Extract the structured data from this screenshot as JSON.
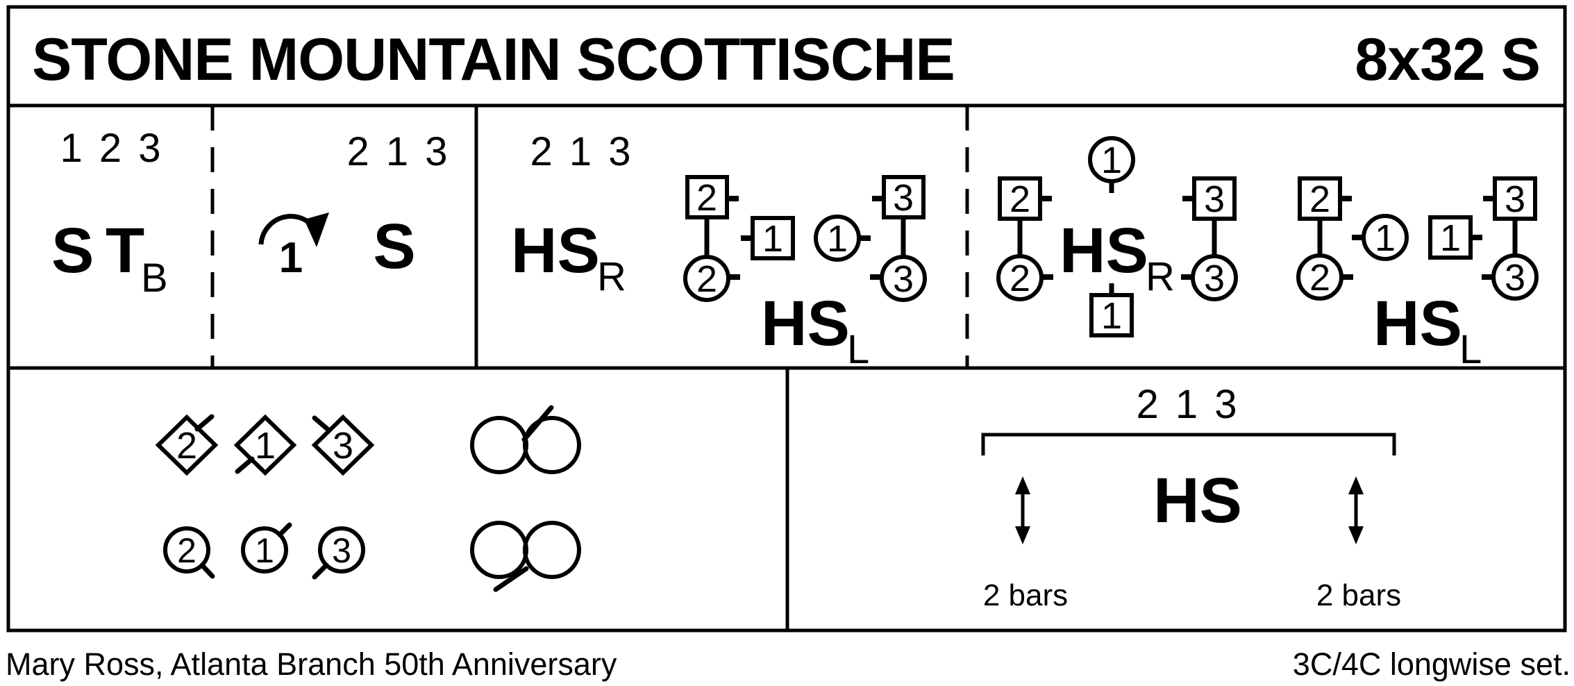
{
  "header": {
    "title": "STONE MOUNTAIN SCOTTISCHE",
    "repeat_code": "8x32 S"
  },
  "panel1": {
    "progression": "1 2 3",
    "figure_s": "S",
    "figure_t": "T",
    "figure_t_sub": "B"
  },
  "panel2": {
    "progression": "2 1 3",
    "turn_dancer": "1",
    "figure_s": "S"
  },
  "panel3": {
    "progression": "2 1 3",
    "hs_right": "HS",
    "hs_right_sub": "R",
    "hs_left": "HS",
    "hs_left_sub": "L",
    "man2": "2",
    "lady2": "2",
    "man1": "1",
    "lady1": "1",
    "man3": "3",
    "lady3": "3"
  },
  "panel4": {
    "top_lady1": "1",
    "left_man2": "2",
    "left_lady2": "2",
    "left_man3": "3",
    "left_lady3": "3",
    "hs_right": "HS",
    "hs_right_sub": "R",
    "bottom_man1": "1",
    "right_man2": "2",
    "right_lady2": "2",
    "right_lady1": "1",
    "right_man1": "1",
    "right_man3": "3",
    "right_lady3": "3",
    "hs_left": "HS",
    "hs_left_sub": "L"
  },
  "panel5": {
    "diamond2": "2",
    "diamond1": "1",
    "diamond3": "3",
    "circle2": "2",
    "circle1": "1",
    "circle3": "3"
  },
  "panel6": {
    "progression": "2 1 3",
    "figure": "HS",
    "left_duration": "2 bars",
    "right_duration": "2 bars"
  },
  "footer": {
    "devisor": "Mary Ross, Atlanta Branch 50th Anniversary",
    "set_note": "3C/4C longwise set."
  }
}
